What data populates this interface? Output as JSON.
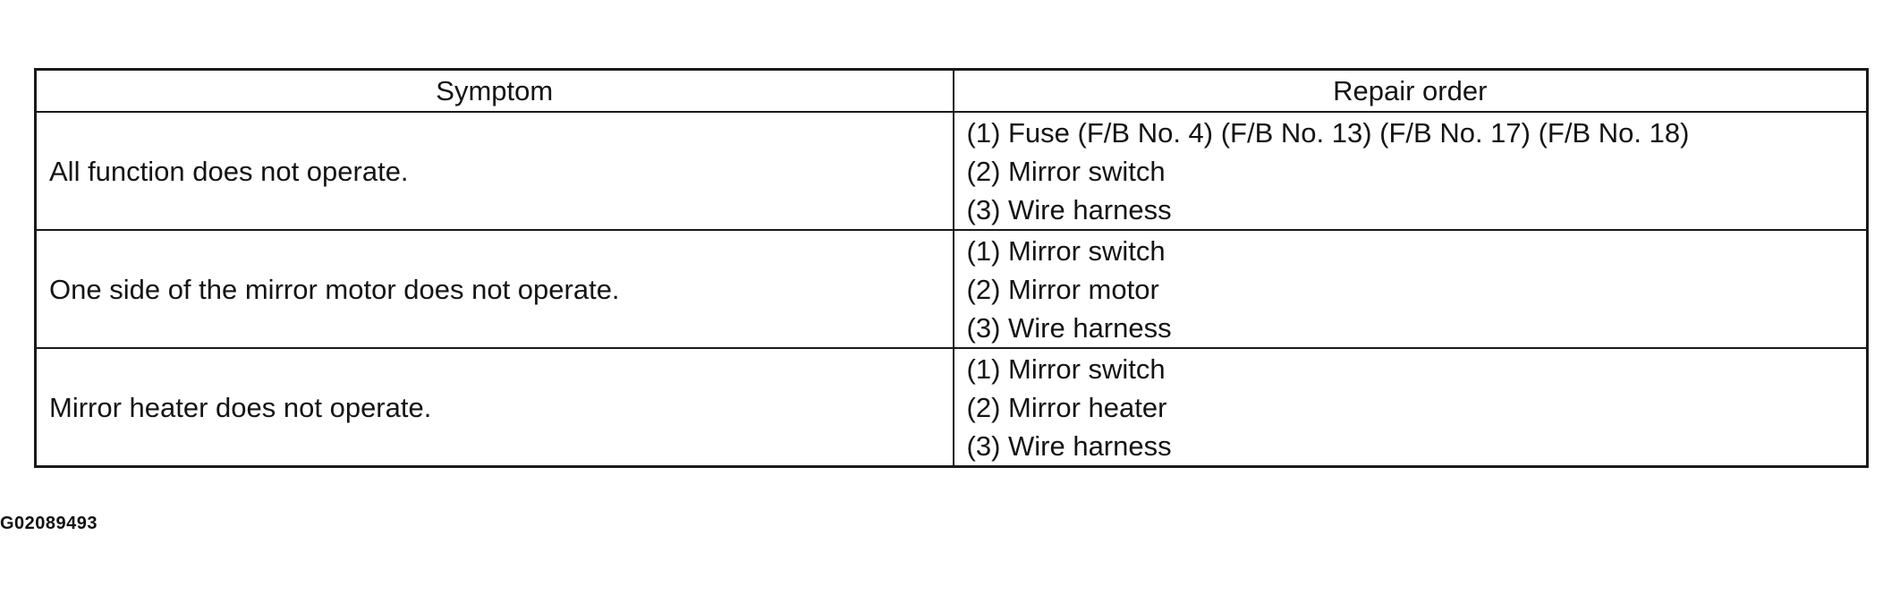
{
  "table": {
    "headers": {
      "symptom": "Symptom",
      "repair_order": "Repair order"
    },
    "rows": [
      {
        "symptom": "All function does not operate.",
        "repair_steps": [
          "(1) Fuse (F/B No. 4) (F/B No. 13) (F/B No. 17) (F/B No. 18)",
          "(2) Mirror switch",
          "(3) Wire harness"
        ]
      },
      {
        "symptom": "One side of the mirror motor does not operate.",
        "repair_steps": [
          "(1) Mirror switch",
          "(2) Mirror motor",
          "(3) Wire harness"
        ]
      },
      {
        "symptom": "Mirror heater does not operate.",
        "repair_steps": [
          "(1) Mirror switch",
          "(2) Mirror heater",
          "(3) Wire harness"
        ]
      }
    ]
  },
  "figure_id": "G02089493"
}
